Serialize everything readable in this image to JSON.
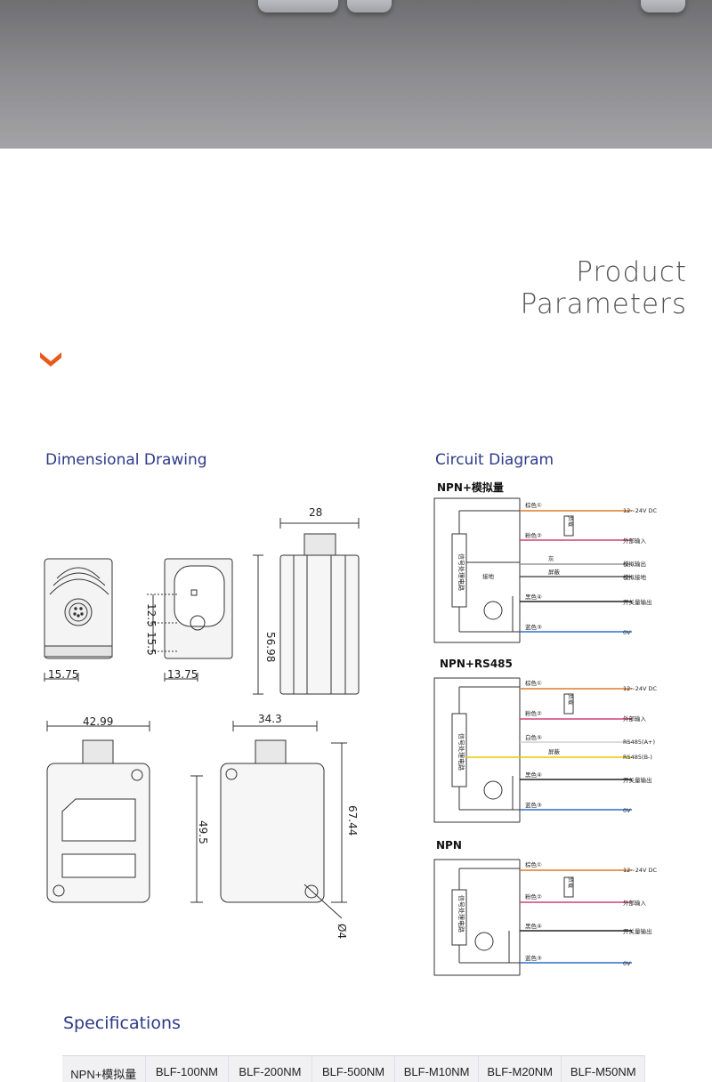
{
  "section": {
    "title_line1": "Product",
    "title_line2": "Parameters"
  },
  "dimensional": {
    "heading": "Dimensional Drawing",
    "dims": {
      "w28": "28",
      "h56": "56.98",
      "d125": "12.5",
      "d155": "15.5",
      "d1575": "15.75",
      "d1375": "13.75",
      "w4299": "42.99",
      "w343": "34.3",
      "h495": "49.5",
      "h6744": "67.44",
      "phi4": "Ø4"
    }
  },
  "circuit": {
    "heading": "Circuit Diagram",
    "inner_label": "信号处理电路",
    "load_label": "负载",
    "diagrams": [
      {
        "title": "NPN+模拟量",
        "wires": [
          "棕色①",
          "粉色②",
          "灰",
          "屏蔽",
          "接地",
          "黑色④",
          "蓝色③"
        ],
        "outputs": [
          "12~24V DC",
          "外部输入",
          "模拟输出",
          "模拟接地",
          "开关量输出",
          "0V"
        ]
      },
      {
        "title": "NPN+RS485",
        "wires": [
          "棕色①",
          "粉色②",
          "白色⑤",
          "屏蔽",
          "黑色④",
          "蓝色③"
        ],
        "outputs": [
          "12~24V DC",
          "外部输入",
          "RS485(A+)",
          "RS485(B-)",
          "开关量输出",
          "0V"
        ]
      },
      {
        "title": "NPN",
        "wires": [
          "棕色①",
          "粉色②",
          "黑色④",
          "蓝色③"
        ],
        "outputs": [
          "12~24V DC",
          "外部输入",
          "开关量输出",
          "0V"
        ]
      }
    ]
  },
  "specifications": {
    "heading": "Specifications",
    "columns": [
      "NPN+模拟量",
      "BLF-100NM",
      "BLF-200NM",
      "BLF-500NM",
      "BLF-M10NM",
      "BLF-M20NM",
      "BLF-M50NM"
    ]
  },
  "colors": {
    "accent": "#e8591a",
    "heading": "#2e3a87",
    "brown": "#e07a2a",
    "pink": "#d0407a",
    "blue": "#2f6fd0",
    "yellow": "#e6c800"
  }
}
